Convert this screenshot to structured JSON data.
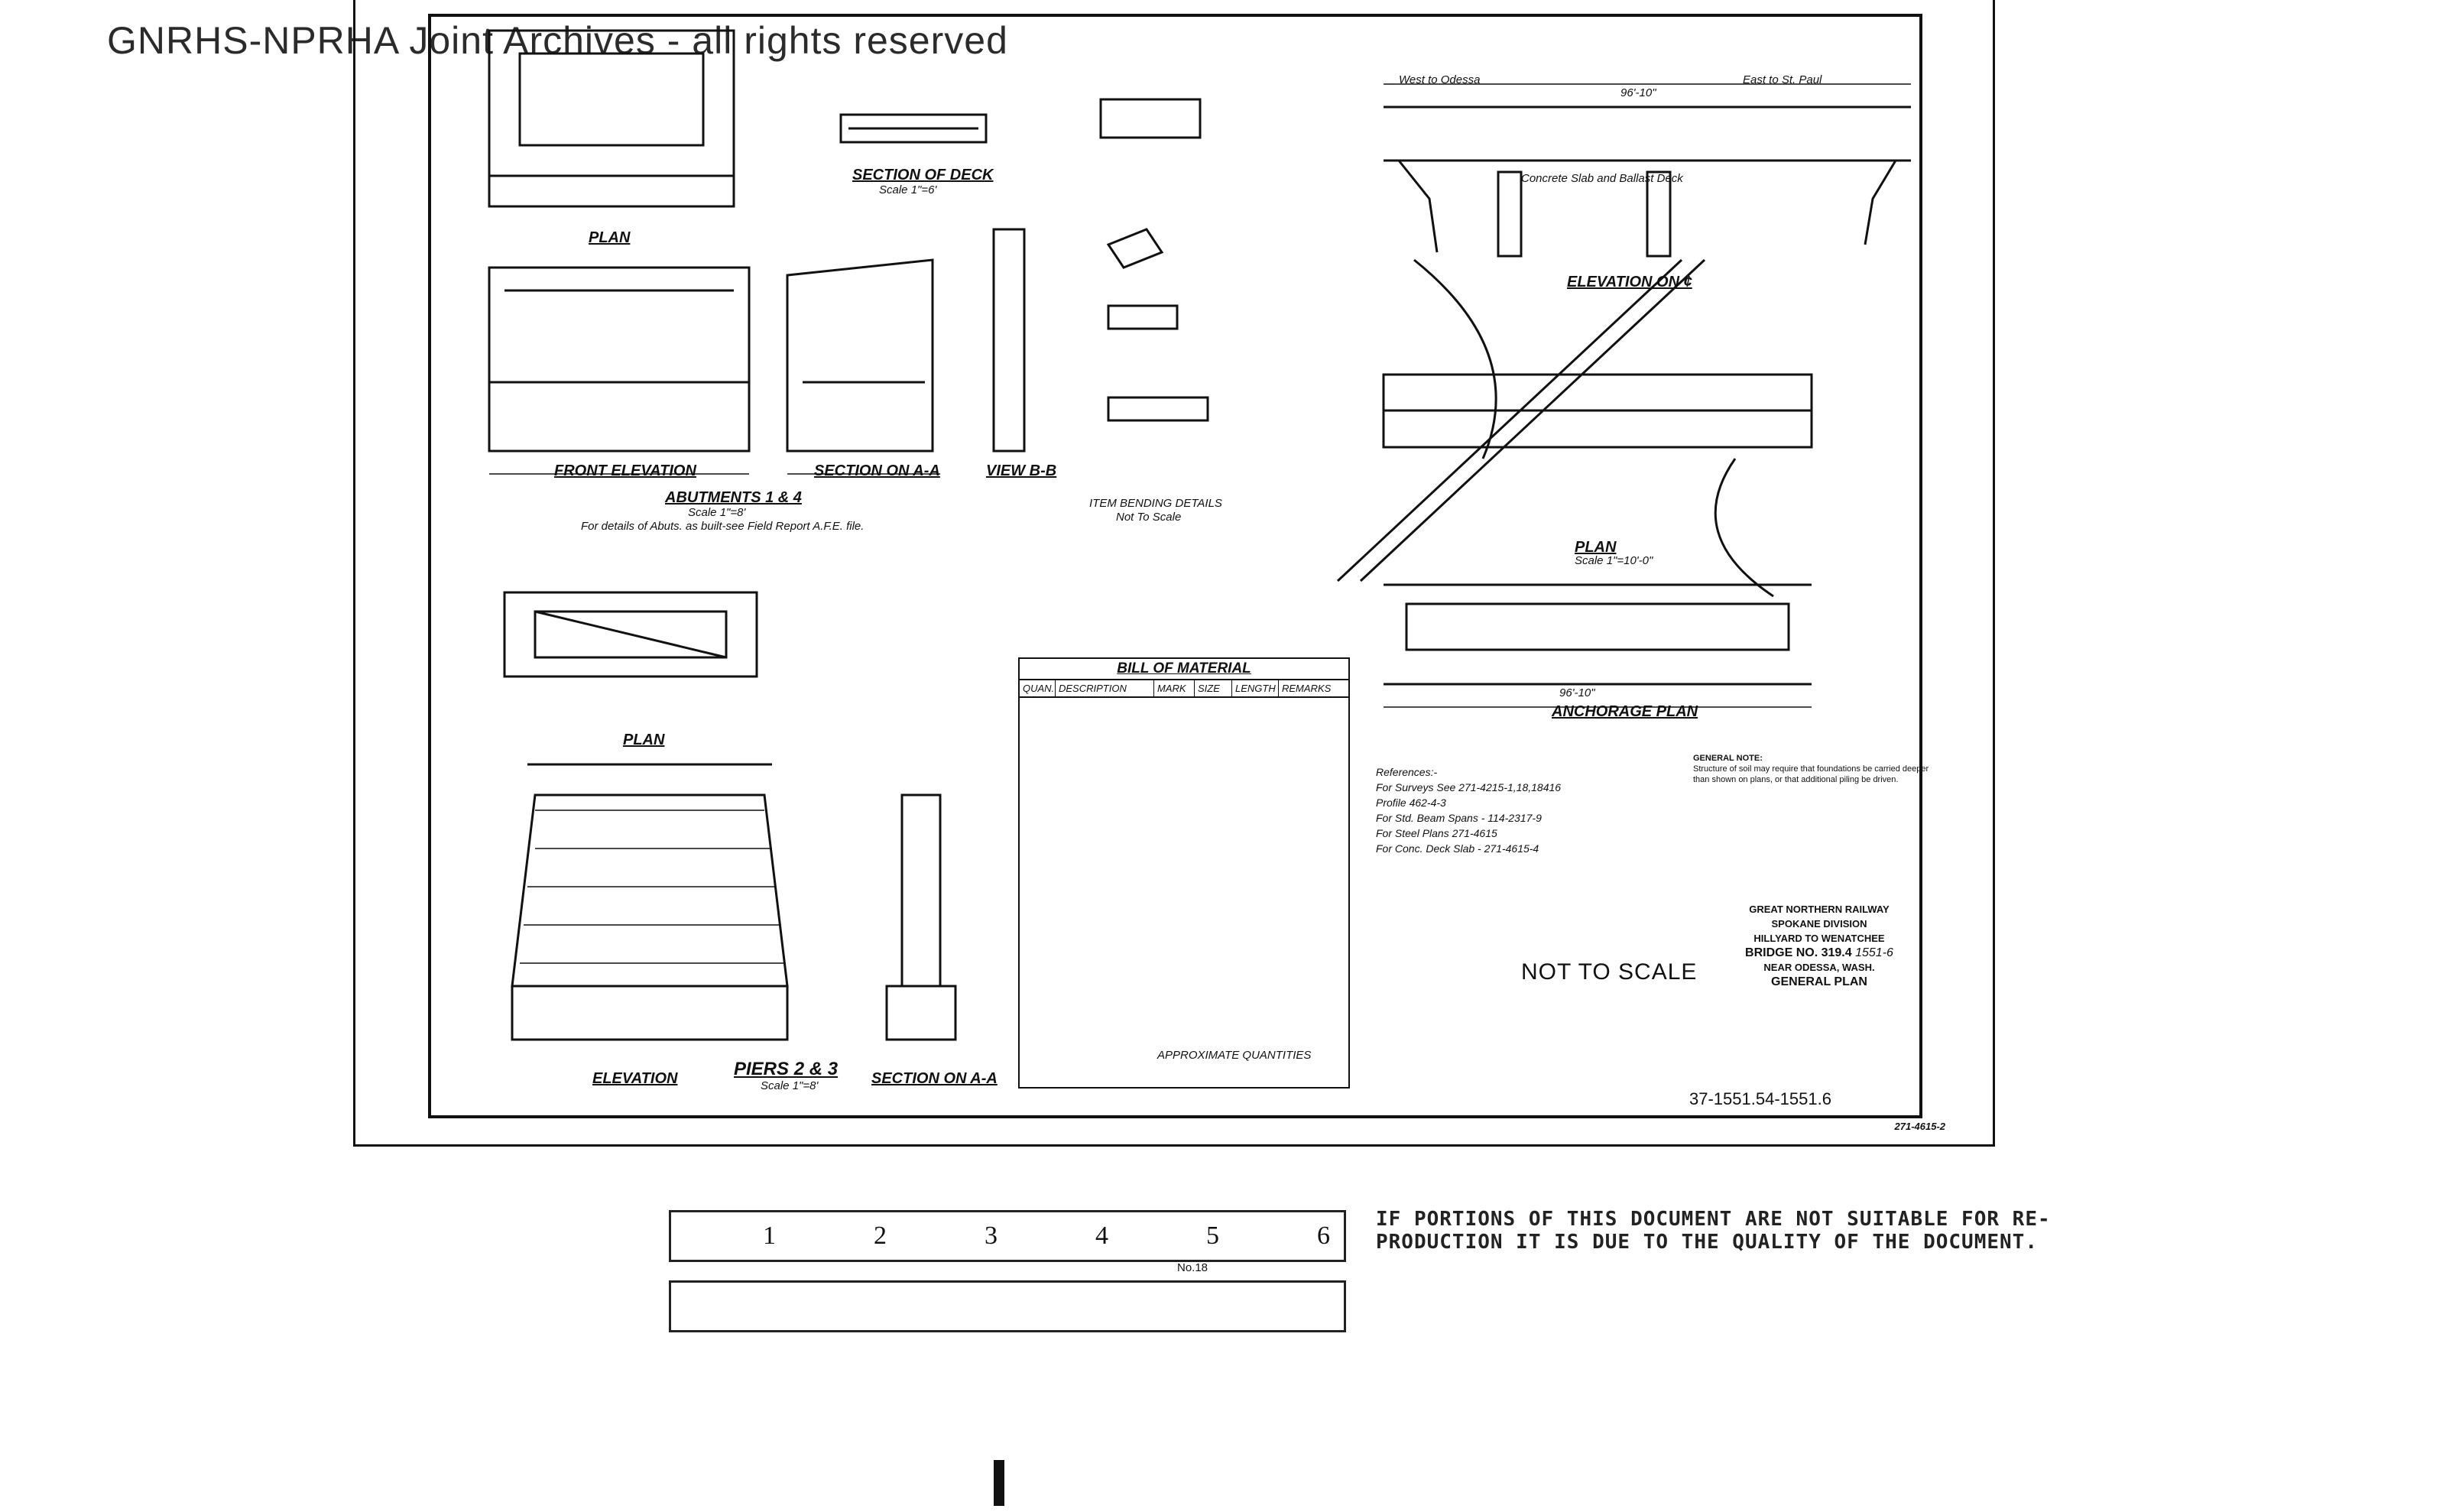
{
  "watermark": "GNRHS-NPRHA Joint Archives - all rights reserved",
  "abutments": {
    "plan_label": "PLAN",
    "front_elevation": "FRONT ELEVATION",
    "section_aa": "SECTION ON A-A",
    "view_bb": "VIEW B-B",
    "title": "ABUTMENTS 1 & 4",
    "scale": "Scale 1\"=8'",
    "note": "For details of Abuts. as built-see Field Report A.F.E. file."
  },
  "section_of_deck": {
    "title": "SECTION OF DECK",
    "scale": "Scale 1\"=6'"
  },
  "bending": {
    "title": "ITEM BENDING DETAILS",
    "sub": "Not To Scale"
  },
  "elevation": {
    "west": "West to Odessa",
    "east": "East to St. Paul",
    "overall": "96'-10\"",
    "deck": "Concrete Slab and Ballast Deck",
    "title": "ELEVATION ON ¢"
  },
  "plan_main": {
    "title": "PLAN",
    "scale": "Scale 1\"=10'-0\""
  },
  "anchorage": {
    "title": "ANCHORAGE PLAN",
    "dim": "96'-10\""
  },
  "piers": {
    "plan": "PLAN",
    "elevation": "ELEVATION",
    "title": "PIERS 2 & 3",
    "scale": "Scale 1\"=8'",
    "section": "SECTION ON A-A"
  },
  "bill": {
    "title": "BILL OF MATERIAL",
    "columns": [
      "QUAN.",
      "DESCRIPTION",
      "MARK",
      "SIZE",
      "LENGTH",
      "REMARKS"
    ],
    "approx": "APPROXIMATE QUANTITIES"
  },
  "references": {
    "heading": "References:-",
    "items": [
      "For Surveys     See 271-4215-1,18,18416",
      "Profile              462-4-3",
      "For Std. Beam Spans - 114-2317-9",
      "For Steel Plans        271-4615",
      "For Conc. Deck Slab - 271-4615-4"
    ]
  },
  "general_note": {
    "heading": "GENERAL NOTE:",
    "text": "Structure of soil may require that foundations be carried deeper than shown on plans, or that additional piling be driven."
  },
  "title_block": {
    "railway": "GREAT NORTHERN RAILWAY",
    "division": "SPOKANE DIVISION",
    "line": "HILLYARD TO WENATCHEE",
    "bridge": "BRIDGE NO. 319.4",
    "bridge_extra": "1551-6",
    "near": "NEAR ODESSA, WASH.",
    "plan": "GENERAL PLAN",
    "dwg_no": "271-4615-2"
  },
  "not_to_scale": "NOT TO SCALE",
  "drawing_ref": "37-1551.54-1551.6",
  "ruler": {
    "top": [
      "1",
      "2",
      "3",
      "4",
      "5",
      "6"
    ],
    "model": "No.18"
  },
  "stamp_line1": "IF PORTIONS OF THIS DOCUMENT ARE NOT SUITABLE FOR RE-",
  "stamp_line2": "PRODUCTION IT IS DUE TO THE QUALITY OF THE DOCUMENT."
}
